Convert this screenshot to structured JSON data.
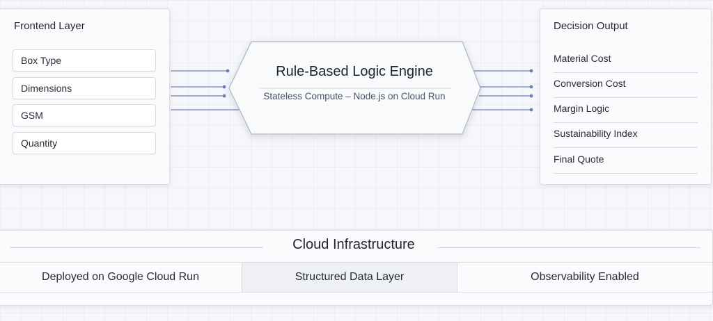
{
  "frontend": {
    "title": "Frontend Layer",
    "inputs": [
      "Box Type",
      "Dimensions",
      "GSM",
      "Quantity"
    ]
  },
  "engine": {
    "title": "Rule-Based Logic Engine",
    "subtitle": "Stateless Compute – Node.js on Cloud Run"
  },
  "output": {
    "title": "Decision Output",
    "items": [
      "Material Cost",
      "Conversion Cost",
      "Margin Logic",
      "Sustainability Index",
      "Final Quote"
    ]
  },
  "infrastructure": {
    "title": "Cloud Infrastructure",
    "cells": [
      "Deployed on Google Cloud Run",
      "Structured Data Layer",
      "Observability Enabled"
    ]
  },
  "colors": {
    "connector": "#6f7fb5",
    "panel_border": "#d9dde5",
    "highlight_cell": "#eef0f4"
  }
}
